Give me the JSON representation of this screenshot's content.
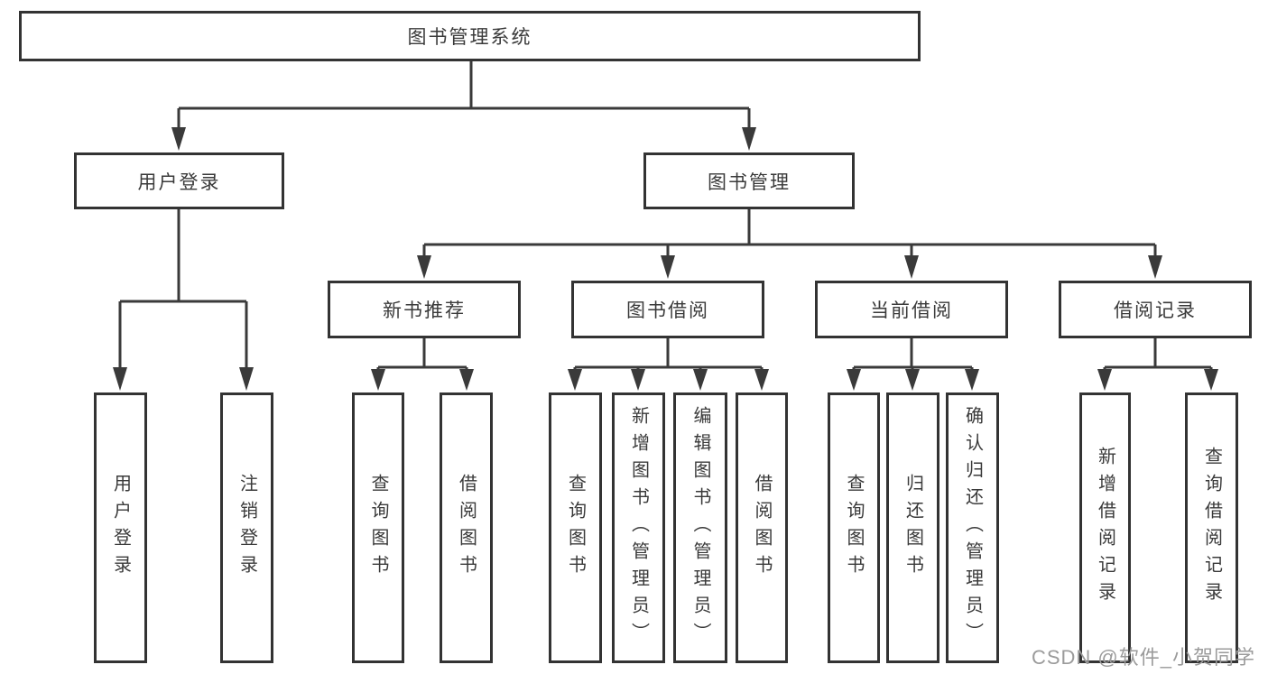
{
  "diagram": {
    "root": {
      "label": "图书管理系统"
    },
    "branches": [
      {
        "label": "用户登录",
        "leaves": [
          {
            "label": "用户登录"
          },
          {
            "label": "注销登录"
          }
        ]
      },
      {
        "label": "图书管理",
        "groups": [
          {
            "label": "新书推荐",
            "leaves": [
              {
                "label": "查询图书"
              },
              {
                "label": "借阅图书"
              }
            ]
          },
          {
            "label": "图书借阅",
            "leaves": [
              {
                "label": "查询图书"
              },
              {
                "label": "新增图书（管理员）"
              },
              {
                "label": "编辑图书（管理员）"
              },
              {
                "label": "借阅图书"
              }
            ]
          },
          {
            "label": "当前借阅",
            "leaves": [
              {
                "label": "查询图书"
              },
              {
                "label": "归还图书"
              },
              {
                "label": "确认归还（管理员）"
              }
            ]
          },
          {
            "label": "借阅记录",
            "leaves": [
              {
                "label": "新增借阅记录"
              },
              {
                "label": "查询借阅记录"
              }
            ]
          }
        ]
      }
    ]
  },
  "watermark": {
    "text": "CSDN @软件_小贺同学"
  },
  "colors": {
    "line": "#3a3a3a",
    "text": "#3a3a3a",
    "box_border": "#333333",
    "background": "#ffffff",
    "watermark": "#9b9b9b"
  }
}
